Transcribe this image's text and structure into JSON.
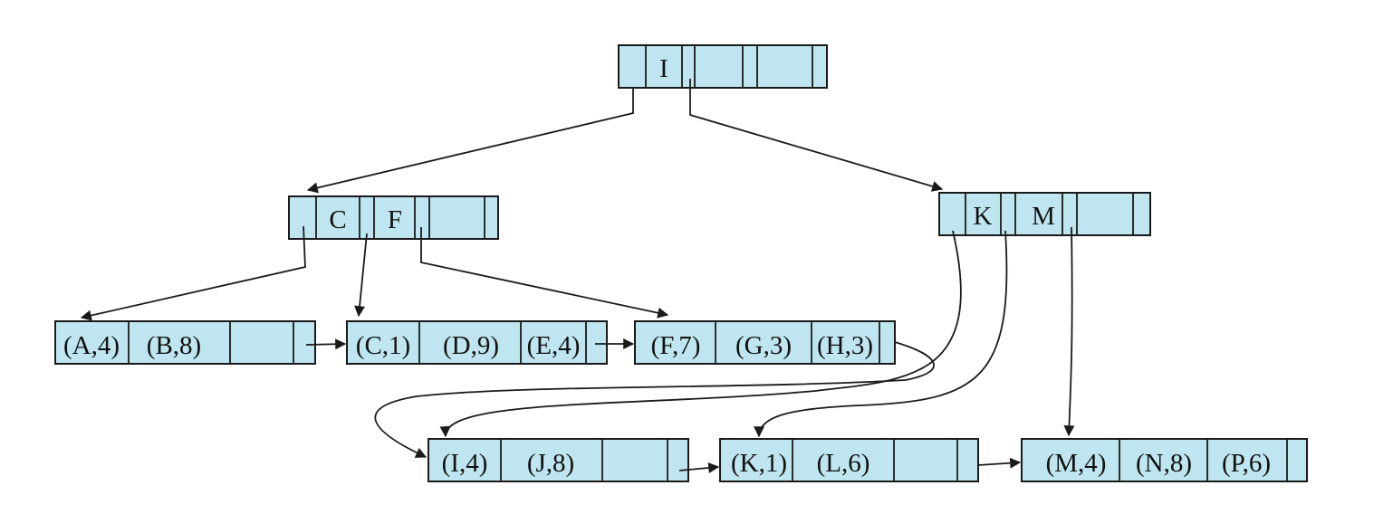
{
  "tree": {
    "root": {
      "keys": [
        "I",
        "",
        ""
      ]
    },
    "internal_left": {
      "keys": [
        "C",
        "F",
        ""
      ]
    },
    "internal_right": {
      "keys": [
        "K",
        "M",
        ""
      ]
    },
    "leaves": [
      {
        "entries": [
          "(A,4)",
          "(B,8)",
          ""
        ]
      },
      {
        "entries": [
          "(C,1)",
          "(D,9)",
          "(E,4)"
        ]
      },
      {
        "entries": [
          "(F,7)",
          "(G,3)",
          "(H,3)"
        ]
      },
      {
        "entries": [
          "(I,4)",
          "(J,8)",
          ""
        ]
      },
      {
        "entries": [
          "(K,1)",
          "(L,6)",
          ""
        ]
      },
      {
        "entries": [
          "(M,4)",
          "(N,8)",
          "(P,6)"
        ]
      }
    ]
  }
}
